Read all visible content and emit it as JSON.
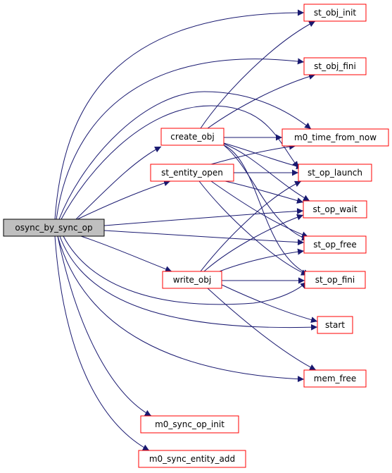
{
  "graph": {
    "edge_color": "#191970",
    "node_border_color": "#ff0000",
    "root_fill_color": "#bfbfbf",
    "nodes": {
      "osync_by_sync_op": "osync_by_sync_op",
      "create_obj": "create_obj",
      "st_entity_open": "st_entity_open",
      "write_obj": "write_obj",
      "m0_sync_op_init": "m0_sync_op_init",
      "m0_sync_entity_add": "m0_sync_entity_add",
      "st_obj_init": "st_obj_init",
      "st_obj_fini": "st_obj_fini",
      "m0_time_from_now": "m0_time_from_now",
      "st_op_launch": "st_op_launch",
      "st_op_wait": "st_op_wait",
      "st_op_free": "st_op_free",
      "st_op_fini": "st_op_fini",
      "start": "start",
      "mem_free": "mem_free"
    },
    "edges": [
      [
        "osync_by_sync_op",
        "create_obj"
      ],
      [
        "osync_by_sync_op",
        "st_entity_open"
      ],
      [
        "osync_by_sync_op",
        "write_obj"
      ],
      [
        "osync_by_sync_op",
        "m0_sync_op_init"
      ],
      [
        "osync_by_sync_op",
        "m0_sync_entity_add"
      ],
      [
        "osync_by_sync_op",
        "st_obj_init"
      ],
      [
        "osync_by_sync_op",
        "st_obj_fini"
      ],
      [
        "osync_by_sync_op",
        "m0_time_from_now"
      ],
      [
        "osync_by_sync_op",
        "st_op_launch"
      ],
      [
        "osync_by_sync_op",
        "st_op_wait"
      ],
      [
        "osync_by_sync_op",
        "st_op_free"
      ],
      [
        "osync_by_sync_op",
        "st_op_fini"
      ],
      [
        "osync_by_sync_op",
        "start"
      ],
      [
        "osync_by_sync_op",
        "mem_free"
      ],
      [
        "create_obj",
        "st_obj_init"
      ],
      [
        "create_obj",
        "st_obj_fini"
      ],
      [
        "create_obj",
        "m0_time_from_now"
      ],
      [
        "create_obj",
        "st_op_launch"
      ],
      [
        "create_obj",
        "st_op_wait"
      ],
      [
        "create_obj",
        "st_op_free"
      ],
      [
        "create_obj",
        "st_op_fini"
      ],
      [
        "st_entity_open",
        "m0_time_from_now"
      ],
      [
        "st_entity_open",
        "st_op_launch"
      ],
      [
        "st_entity_open",
        "st_op_wait"
      ],
      [
        "st_entity_open",
        "st_op_free"
      ],
      [
        "st_entity_open",
        "st_op_fini"
      ],
      [
        "write_obj",
        "st_op_launch"
      ],
      [
        "write_obj",
        "st_op_wait"
      ],
      [
        "write_obj",
        "st_op_free"
      ],
      [
        "write_obj",
        "st_op_fini"
      ],
      [
        "write_obj",
        "start"
      ],
      [
        "write_obj",
        "mem_free"
      ]
    ]
  }
}
